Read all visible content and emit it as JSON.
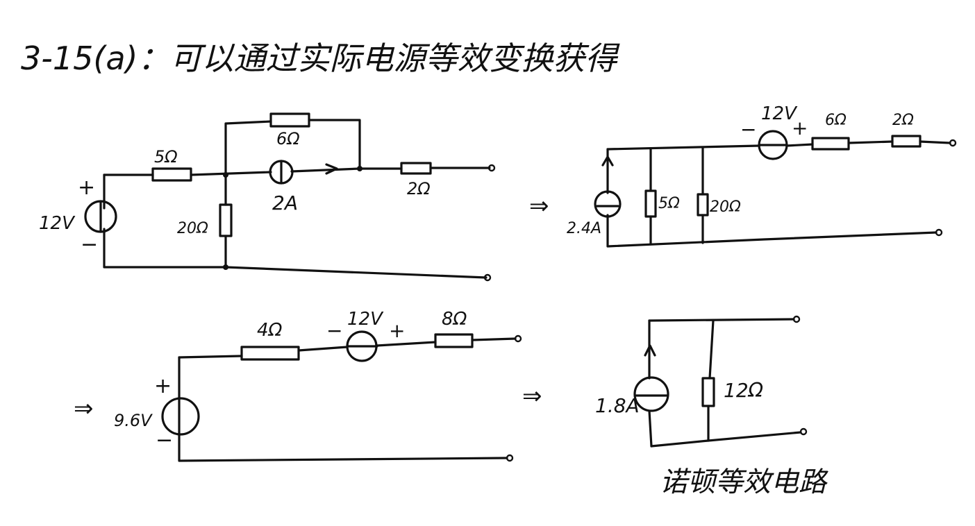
{
  "title": "3-15(a)：可以通过实际电源等效变换获得",
  "circuit1": {
    "source_label": "12V",
    "plus": "+",
    "minus": "−",
    "r_series": "5Ω",
    "r_shunt": "20Ω",
    "r_top": "6Ω",
    "current_source": "2A",
    "r_out": "2Ω"
  },
  "circuit2": {
    "arrow": "⇒",
    "current_source": "2.4A",
    "r1": "5Ω",
    "r2": "20Ω",
    "minus": "−",
    "voltage_source": "12V",
    "plus": "+",
    "r3": "6Ω",
    "r4": "2Ω"
  },
  "circuit3": {
    "arrow": "⇒",
    "voltage_source": "9.6V",
    "plus": "+",
    "minus": "−",
    "r1": "4Ω",
    "minus2": "−",
    "voltage_source2": "12V",
    "plus2": "+",
    "r2": "8Ω"
  },
  "circuit4": {
    "arrow": "⇒",
    "current_source": "1.8A",
    "resistor": "12Ω",
    "caption": "诺顿等效电路"
  }
}
